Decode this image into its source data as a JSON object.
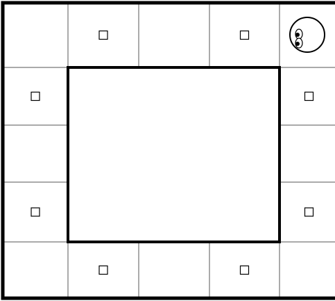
{
  "board": {
    "cols": 5,
    "rows": 5,
    "cells": [
      {
        "row": 0,
        "col": 0,
        "pellet": false,
        "player": false
      },
      {
        "row": 0,
        "col": 1,
        "pellet": true,
        "player": false
      },
      {
        "row": 0,
        "col": 2,
        "pellet": false,
        "player": false
      },
      {
        "row": 0,
        "col": 3,
        "pellet": true,
        "player": false
      },
      {
        "row": 0,
        "col": 4,
        "pellet": false,
        "player": true
      },
      {
        "row": 1,
        "col": 0,
        "pellet": true,
        "player": false
      },
      {
        "row": 1,
        "col": 4,
        "pellet": true,
        "player": false
      },
      {
        "row": 2,
        "col": 0,
        "pellet": false,
        "player": false
      },
      {
        "row": 2,
        "col": 4,
        "pellet": false,
        "player": false
      },
      {
        "row": 3,
        "col": 0,
        "pellet": true,
        "player": false
      },
      {
        "row": 3,
        "col": 4,
        "pellet": true,
        "player": false
      },
      {
        "row": 4,
        "col": 0,
        "pellet": false,
        "player": false
      },
      {
        "row": 4,
        "col": 1,
        "pellet": true,
        "player": false
      },
      {
        "row": 4,
        "col": 2,
        "pellet": false,
        "player": false
      },
      {
        "row": 4,
        "col": 3,
        "pellet": true,
        "player": false
      },
      {
        "row": 4,
        "col": 4,
        "pellet": false,
        "player": false
      }
    ]
  },
  "player": {
    "icon": "ghost-face-icon",
    "row": 0,
    "col": 4
  },
  "pellet_icon": "square-pellet-icon",
  "colors": {
    "background": "#ffffff",
    "line": "#000000",
    "grid_line": "#555555"
  }
}
